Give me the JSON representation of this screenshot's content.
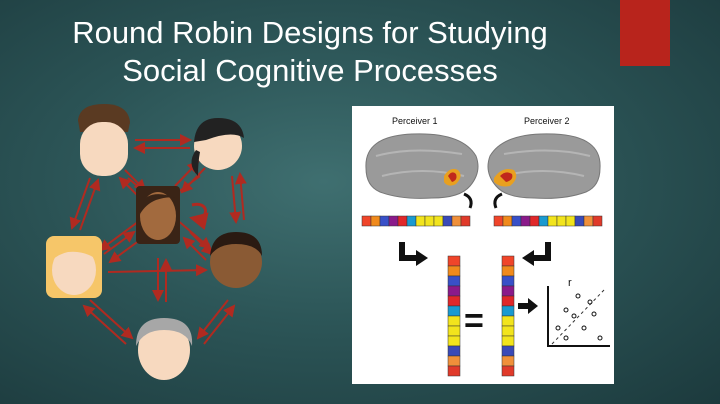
{
  "slide": {
    "title_line1": "Round Robin Designs for Studying",
    "title_line2": "Social Cognitive Processes",
    "accent_color": "#b8241c"
  },
  "figure": {
    "perceiver1": "Perceiver 1",
    "perceiver2": "Perceiver 2",
    "equals": "=",
    "r_label": "r",
    "bar_colors": [
      "#f0452a",
      "#f08a1c",
      "#3850c8",
      "#8a1a8a",
      "#e0282a",
      "#1a9ad0",
      "#f2e41c",
      "#f2e41c",
      "#f2e41c",
      "#3a4ab8",
      "#f0903a",
      "#e03a2a"
    ]
  },
  "network": {
    "people": [
      {
        "name": "man-brown-hair-face",
        "skin": "#f7d9bf",
        "hair": "#5a3a22"
      },
      {
        "name": "woman-black-ponytail-face",
        "skin": "#f7d9bf",
        "hair": "#222222"
      },
      {
        "name": "woman-center-face",
        "skin": "#a26a3e",
        "hair": "#3a2416"
      },
      {
        "name": "woman-blonde-face",
        "skin": "#f7d9bf",
        "hair": "#f6c669"
      },
      {
        "name": "man-dark-skin-face",
        "skin": "#8a5a34",
        "hair": "#2a1a12"
      },
      {
        "name": "man-gray-hair-face",
        "skin": "#f7d9bf",
        "hair": "#a7a7a7"
      }
    ],
    "arrow_color": "#b02a20"
  }
}
